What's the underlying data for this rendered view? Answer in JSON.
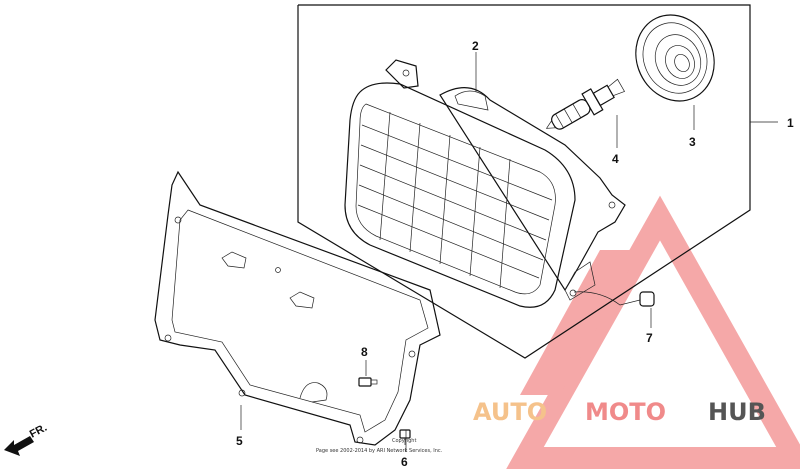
{
  "callouts": {
    "c1": "1",
    "c2": "2",
    "c3": "3",
    "c4": "4",
    "c5": "5",
    "c6": "6",
    "c7": "7",
    "c8": "8"
  },
  "direction_label": "FR.",
  "copyright_line1": "Copyright",
  "copyright_line2": "Page see 2002-2014 by ARI Network Services, Inc.",
  "watermark": {
    "part1": "AUTO",
    "part2": "MOTO",
    "part3": "HUB",
    "color_light": "#f5c28b",
    "color_accent": "#f08a8a",
    "color_dark": "#555555"
  }
}
